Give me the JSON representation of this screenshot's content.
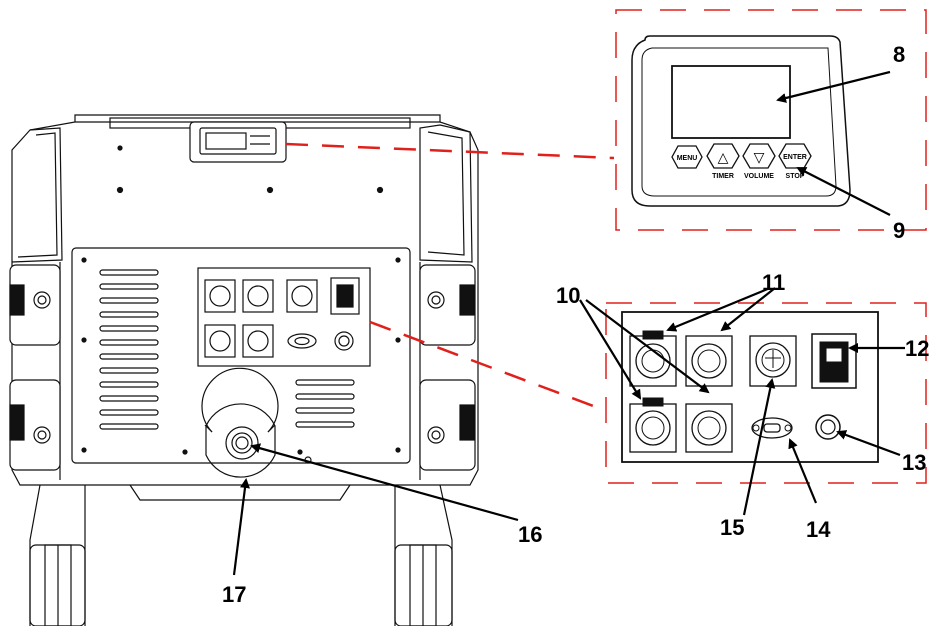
{
  "callouts": {
    "c8": "8",
    "c9": "9",
    "c10": "10",
    "c11": "11",
    "c12": "12",
    "c13": "13",
    "c14": "14",
    "c15": "15",
    "c16": "16",
    "c17": "17"
  },
  "control_panel": {
    "menu_label": "MENU",
    "timer_label": "TIMER",
    "volume_label": "VOLUME",
    "enter_label": "ENTER",
    "stop_label": "STOP",
    "up_symbol": "△",
    "down_symbol": "▽"
  },
  "colors": {
    "dash_red": "#e0201b",
    "line": "#111111"
  }
}
